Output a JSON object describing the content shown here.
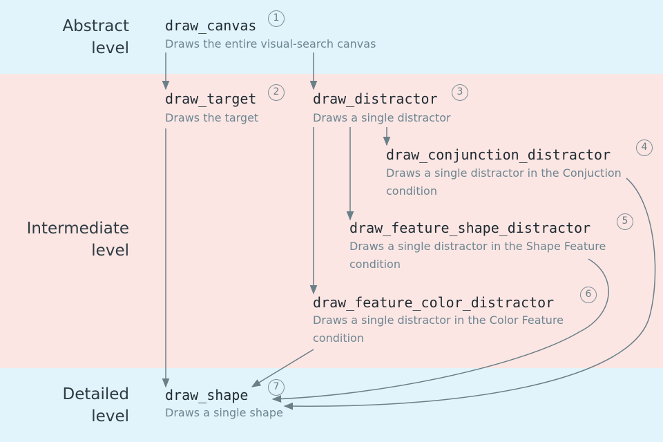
{
  "levels": {
    "abstract": [
      "Abstract",
      "level"
    ],
    "intermediate": [
      "Intermediate",
      "level"
    ],
    "detailed": [
      "Detailed",
      "level"
    ]
  },
  "nodes": {
    "draw_canvas": {
      "name": "draw_canvas",
      "badge": "1",
      "desc": [
        "Draws the entire visual-search canvas"
      ]
    },
    "draw_target": {
      "name": "draw_target",
      "badge": "2",
      "desc": [
        "Draws the target"
      ]
    },
    "draw_distractor": {
      "name": "draw_distractor",
      "badge": "3",
      "desc": [
        "Draws a single distractor"
      ]
    },
    "draw_conjunction_distractor": {
      "name": "draw_conjunction_distractor",
      "badge": "4",
      "desc": [
        "Draws a single distractor in the Conjuction",
        "condition"
      ]
    },
    "draw_feature_shape_distractor": {
      "name": "draw_feature_shape_distractor",
      "badge": "5",
      "desc": [
        "Draws a single distractor in the Shape Feature",
        "condition"
      ]
    },
    "draw_feature_color_distractor": {
      "name": "draw_feature_color_distractor",
      "badge": "6",
      "desc": [
        "Draws a single distractor in the Color Feature",
        "condition"
      ]
    },
    "draw_shape": {
      "name": "draw_shape",
      "badge": "7",
      "desc": [
        "Draws a single shape"
      ]
    }
  },
  "colors": {
    "abstract_band": "#e1f4fb",
    "intermediate_band": "#fbe6e4",
    "detailed_band": "#e1f4fb",
    "arrow": "#6b7f88"
  }
}
